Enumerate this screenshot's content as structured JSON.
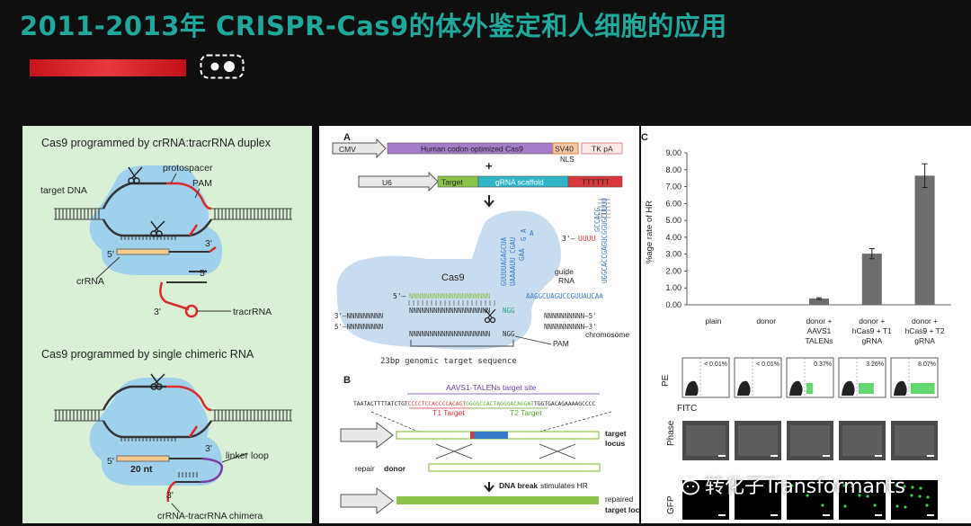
{
  "slide": {
    "title": "2011-2013年 CRISPR-Cas9的体外鉴定和人细胞的应用",
    "watermark": "转化子Transformants",
    "colors": {
      "title": "#1fa89c",
      "accent_bar": "#d8262e",
      "background": "#0f0f0f"
    }
  },
  "left_figure": {
    "top_title": "Cas9 programmed by crRNA:tracrRNA duplex",
    "bottom_title": "Cas9 programmed by single chimeric RNA",
    "labels": {
      "protospacer": "protospacer",
      "target_dna": "target DNA",
      "pam": "PAM",
      "three_prime": "3'",
      "five_prime": "5'",
      "crrna": "crRNA",
      "tracrrna": "tracrRNA",
      "linker_loop": "linker loop",
      "twenty_nt": "20 nt",
      "chimera": "crRNA-tracrRNA chimera"
    }
  },
  "panel_a": {
    "letter": "A",
    "cmv": "CMV",
    "cas9": "Human codon optimized Cas9",
    "sv40": "SV40",
    "tk_pa": "TK pA",
    "nls": "NLS",
    "plus": "+",
    "u6": "U6",
    "target": "Target",
    "scaffold": "gRNA scaffold",
    "tttttt": "TTTTTT",
    "cas9_label": "Cas9",
    "guide": "guide",
    "rna": "RNA",
    "uuuu": "UUUU",
    "five_prime_dash": "5'–",
    "three_prime_dash": "3'–",
    "target_seq": "NNNNNNNNNNNNNNNNNNNN",
    "ngg": "NGG",
    "scaffold_seq": "AAGGCUAGUCCGUUAUCAA",
    "chr_top_left": "3'–NNNNNNNNN",
    "chr_top_right": "NNNNNNNNNN–5'",
    "chr_bot_left": "5'–NNNNNNNNN",
    "chr_bot_right": "NNNNNNNNNN–3'",
    "pam": "PAM",
    "chromosome": "chromosome",
    "genomic_target": "23bp genomic target sequence",
    "hairpin_left": "GUUUUAGAGCUA",
    "hairpin_right": "UAAAAUU CGAU",
    "hairpin_tail": "GAA",
    "stem_loop_1": "GCCACG",
    "stem_loop_2": "UGGCACCGAGUCGGUGCUUUU",
    "ga": "G A",
    "a": "A"
  },
  "panel_b": {
    "letter": "B",
    "talens_site": "AAVS1-TALENs target site",
    "sequence": {
      "part1": "TAATACTTTTATCTGT",
      "part2": "CCCCTCCACCCCACAGT",
      "part3": "GGGGCCACTAGGGACAGGAT",
      "part4": "TGGTGACAGAAAAGCCCC"
    },
    "t1_target": "T1 Target",
    "t2_target": "T2 Target",
    "target_locus_1": "target",
    "target_locus_2": "locus",
    "repair": "repair",
    "donor": "donor",
    "dna_break": "DNA break",
    "stimulates": "stimulates HR",
    "repaired": "repaired",
    "target_locus_full": "target locus"
  },
  "panel_c": {
    "letter": "C",
    "flow_labels": [
      "< 0.01%",
      "< 0.01%",
      "0.37%",
      "3.26%",
      "8.07%"
    ],
    "pe": "PE",
    "fitc": "FITC",
    "phase": "Phase",
    "gfp": "GFP"
  },
  "chart_data": {
    "type": "bar",
    "ylabel": "%age rate of HR",
    "categories": [
      "plain",
      "donor",
      "donor + AAVS1 TALENs",
      "donor + hCas9 + T1 gRNA",
      "donor + hCas9 + T2 gRNA"
    ],
    "category_lines": [
      [
        "plain"
      ],
      [
        "donor"
      ],
      [
        "donor +",
        "AAVS1",
        "TALENs"
      ],
      [
        "donor +",
        "hCas9 + T1",
        "gRNA"
      ],
      [
        "donor +",
        "hCas9 + T2",
        "gRNA"
      ]
    ],
    "values": [
      0.0,
      0.0,
      0.37,
      3.03,
      7.65
    ],
    "errors": [
      0.0,
      0.0,
      0.05,
      0.3,
      0.7
    ],
    "ylim": [
      0,
      9
    ],
    "yticks": [
      "0.00",
      "1.00",
      "2.00",
      "3.00",
      "4.00",
      "5.00",
      "6.00",
      "7.00",
      "8.00",
      "9.00"
    ],
    "bar_color": "#6d6d6d"
  }
}
